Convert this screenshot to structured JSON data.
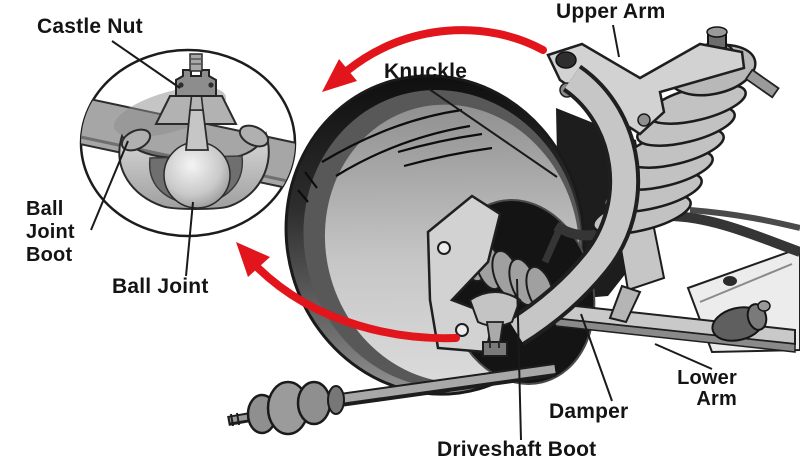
{
  "diagram": {
    "type": "car-front-suspension-cutaway",
    "labels": {
      "castle_nut": "Castle Nut",
      "ball_joint_boot": "Ball Joint Boot",
      "ball_joint": "Ball Joint",
      "knuckle": "Knuckle",
      "upper_arm": "Upper Arm",
      "lower_arm": "Lower Arm",
      "damper": "Damper",
      "driveshaft_boot": "Driveshaft Boot"
    },
    "colors": {
      "arrow_red": "#e2151c",
      "leader_line": "#1a1a1a",
      "text": "#141414",
      "background": "#ffffff"
    }
  }
}
